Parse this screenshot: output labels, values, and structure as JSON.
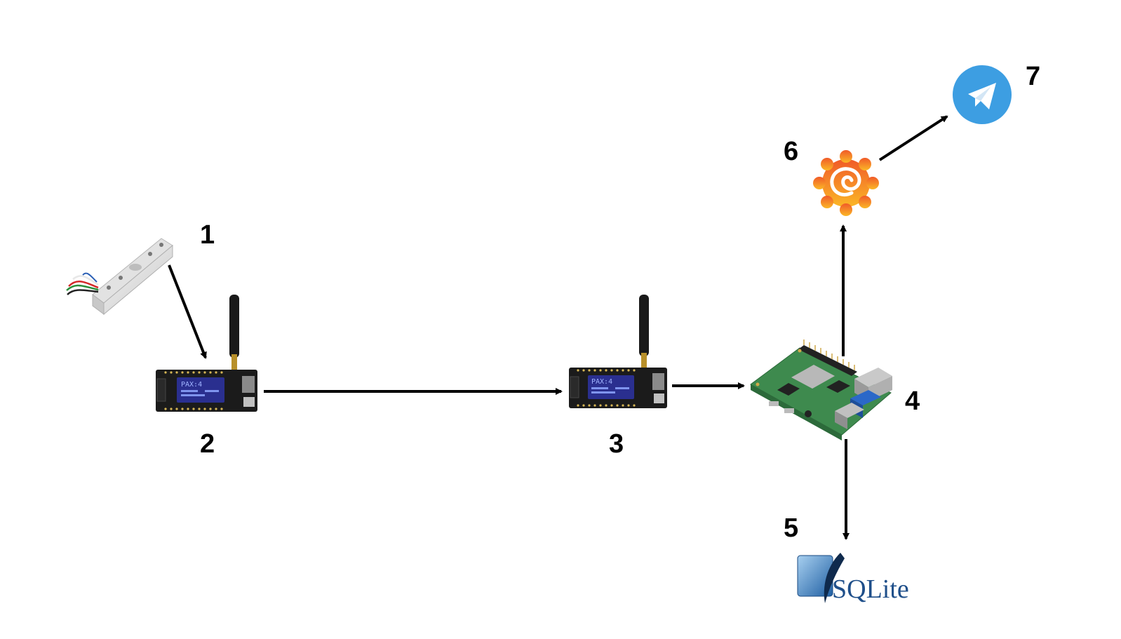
{
  "diagram": {
    "labels": {
      "n1": "1",
      "n2": "2",
      "n3": "3",
      "n4": "4",
      "n5": "5",
      "n6": "6",
      "n7": "7"
    },
    "board_screen_text": "PAX:4",
    "sqlite_logo_text": "SQLite",
    "nodes": [
      {
        "id": "1",
        "icon": "load-cell-icon"
      },
      {
        "id": "2",
        "icon": "lora-board-icon"
      },
      {
        "id": "3",
        "icon": "lora-board-icon"
      },
      {
        "id": "4",
        "icon": "raspberry-pi-icon"
      },
      {
        "id": "5",
        "icon": "sqlite-logo-icon"
      },
      {
        "id": "6",
        "icon": "grafana-logo-icon"
      },
      {
        "id": "7",
        "icon": "telegram-logo-icon"
      }
    ],
    "edges": [
      {
        "from": "1",
        "to": "2"
      },
      {
        "from": "2",
        "to": "3"
      },
      {
        "from": "3",
        "to": "4"
      },
      {
        "from": "4",
        "to": "6"
      },
      {
        "from": "4",
        "to": "5"
      },
      {
        "from": "6",
        "to": "7"
      }
    ],
    "colors": {
      "arrow": "#000000",
      "telegram": "#3d9ee2",
      "grafana_orange": "#f26b2a",
      "grafana_yellow": "#fbb727",
      "pcb_green": "#3e8a4e",
      "sqlite_blue": "#1f5fa3",
      "board_black": "#1b1b1b",
      "screen": "#2a2f8f"
    }
  }
}
